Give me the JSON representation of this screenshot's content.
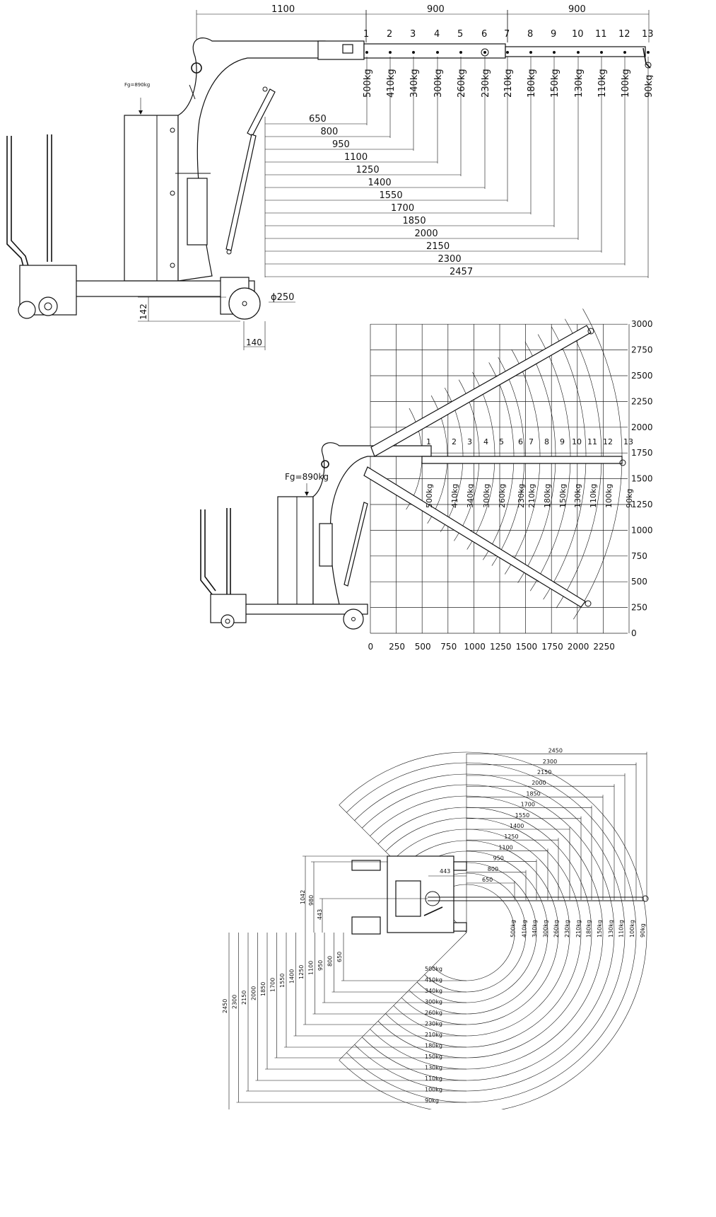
{
  "side_view": {
    "weight_label": "Fg=890kg",
    "segment_dims": [
      "1100",
      "900",
      "900"
    ],
    "positions": [
      "1",
      "2",
      "3",
      "4",
      "5",
      "6",
      "7",
      "8",
      "9",
      "10",
      "11",
      "12",
      "13"
    ],
    "loads": [
      "500kg",
      "410kg",
      "340kg",
      "300kg",
      "260kg",
      "230kg",
      "210kg",
      "180kg",
      "150kg",
      "130kg",
      "110kg",
      "100kg",
      "90kg"
    ],
    "reaches": [
      "650",
      "800",
      "950",
      "1100",
      "1250",
      "1400",
      "1550",
      "1700",
      "1850",
      "2000",
      "2150",
      "2300",
      "2457"
    ],
    "wheel_label": "ϕ250",
    "height_dim": "142",
    "offset_dim": "140"
  },
  "lift_view": {
    "weight_label": "Fg=890kg",
    "y_ticks": [
      "3000",
      "2750",
      "2500",
      "2250",
      "2000",
      "1750",
      "1500",
      "1250",
      "1000",
      "750",
      "500",
      "250",
      "0"
    ],
    "x_ticks": [
      "0",
      "250",
      "500",
      "750",
      "1000",
      "1250",
      "1500",
      "1750",
      "2000",
      "2250"
    ],
    "positions": [
      "1",
      "2",
      "3",
      "4",
      "5",
      "6",
      "7",
      "8",
      "9",
      "10",
      "11",
      "12",
      "13"
    ],
    "loads": [
      "500kg",
      "410kg",
      "340kg",
      "300kg",
      "260kg",
      "230kg",
      "210kg",
      "180kg",
      "150kg",
      "130kg",
      "110kg",
      "100kg",
      "90kg"
    ]
  },
  "top_view": {
    "radius_dims": [
      "650",
      "800",
      "950",
      "1100",
      "1250",
      "1400",
      "1550",
      "1700",
      "1850",
      "2000",
      "2150",
      "2300",
      "2450"
    ],
    "loads": [
      "500kg",
      "410kg",
      "340kg",
      "300kg",
      "260kg",
      "230kg",
      "210kg",
      "180kg",
      "150kg",
      "130kg",
      "110kg",
      "100kg",
      "90kg"
    ],
    "inner_dims": [
      "443",
      "980",
      "1042"
    ],
    "top_offset": "443"
  }
}
